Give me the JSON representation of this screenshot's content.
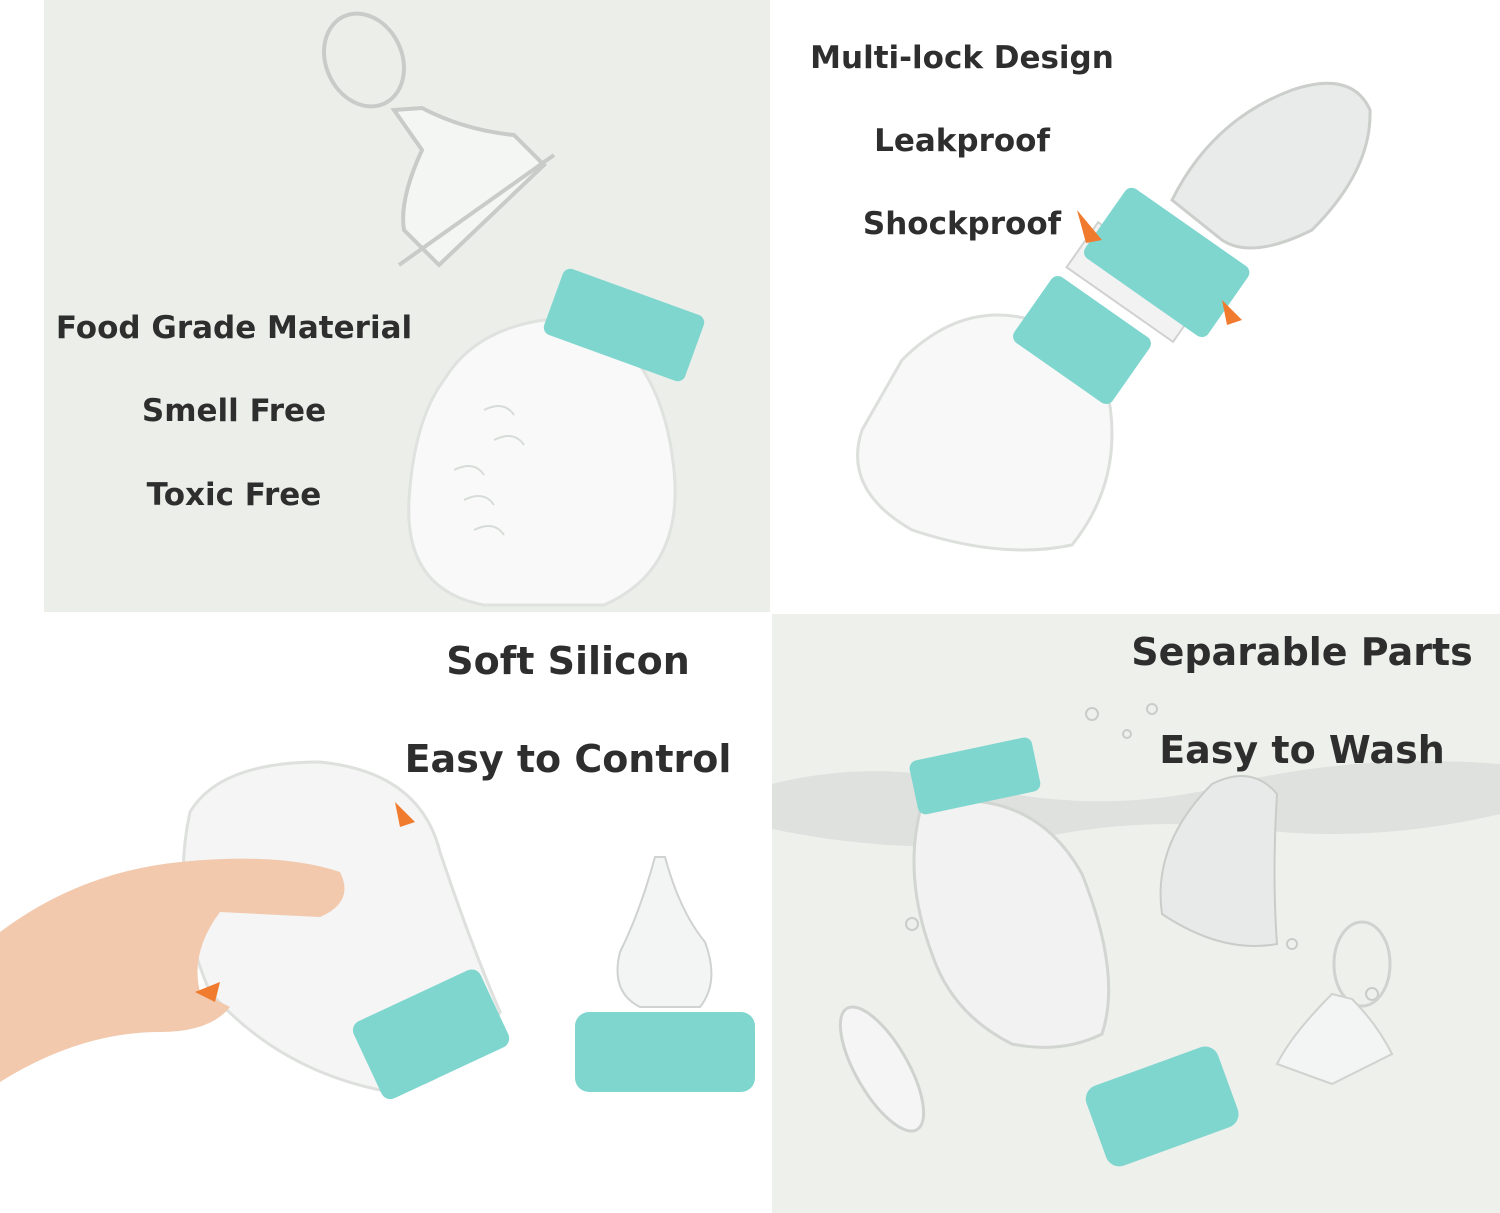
{
  "panels": {
    "food_grade": {
      "features": [
        "Food Grade Material",
        "Smell Free",
        "Toxic Free"
      ]
    },
    "multi_lock": {
      "features": [
        "Multi-lock Design",
        "Leakproof",
        "Shockproof"
      ]
    },
    "soft_silicon": {
      "features": [
        "Soft Silicon",
        "Easy to Control"
      ]
    },
    "separable": {
      "features": [
        "Separable Parts",
        "Easy to Wash"
      ]
    }
  },
  "colors": {
    "accent_teal": "#7fd6cf",
    "arrow_orange": "#f07a2e",
    "label_text": "#2e2e2e"
  }
}
